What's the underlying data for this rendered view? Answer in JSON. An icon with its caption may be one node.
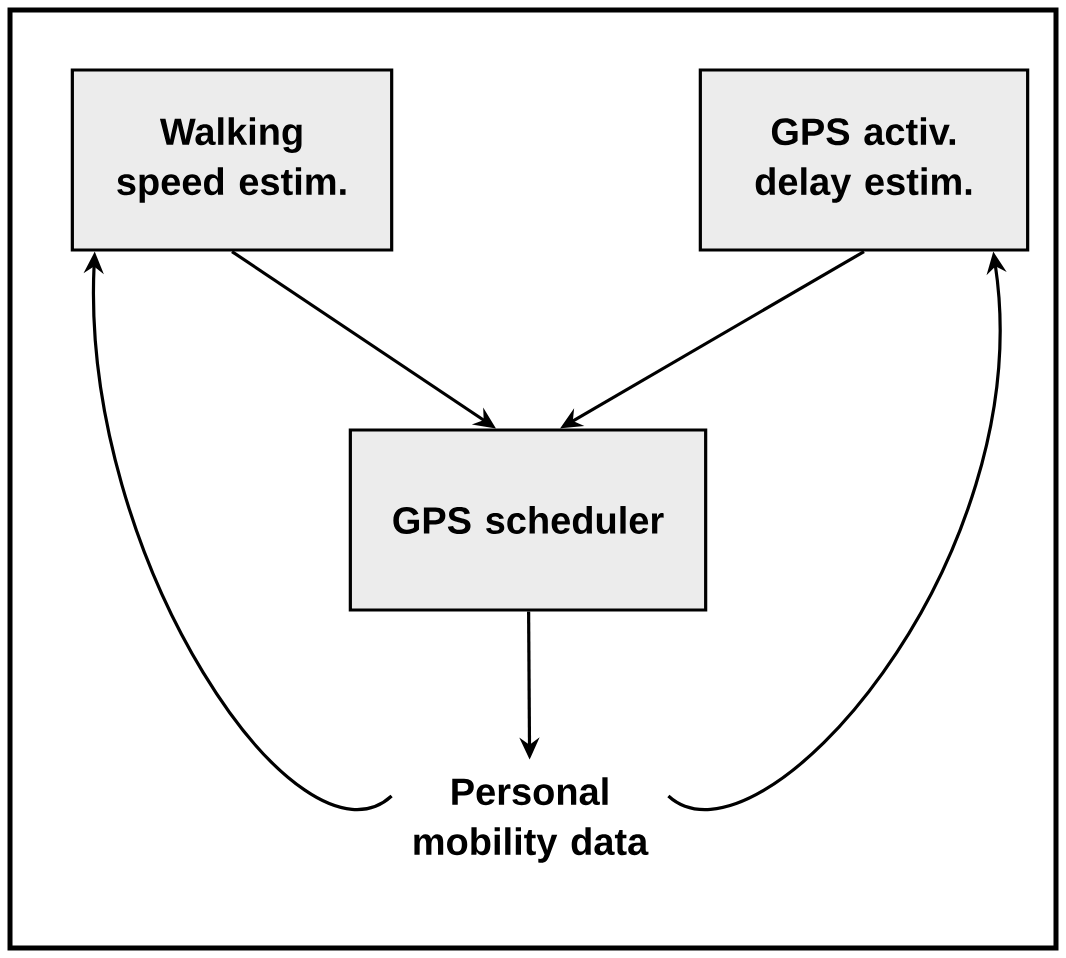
{
  "diagram": {
    "nodes": [
      {
        "text": [
          "Walking speed estim."
        ]
      },
      {
        "text": [
          "GPS activ. delay estim."
        ]
      },
      {
        "text": [
          "GPS scheduler"
        ]
      },
      {
        "text": [
          "Personal mobility data"
        ]
      }
    ],
    "edges": [
      {
        "from": 0,
        "to": 2,
        "arrow": "to"
      },
      {
        "from": 1,
        "to": 2,
        "arrow": "to"
      },
      {
        "from": 2,
        "to": 3,
        "arrow": "to"
      },
      {
        "from": 3,
        "to": 0,
        "arrow": "to"
      },
      {
        "from": 3,
        "to": 1,
        "arrow": "to"
      }
    ]
  }
}
